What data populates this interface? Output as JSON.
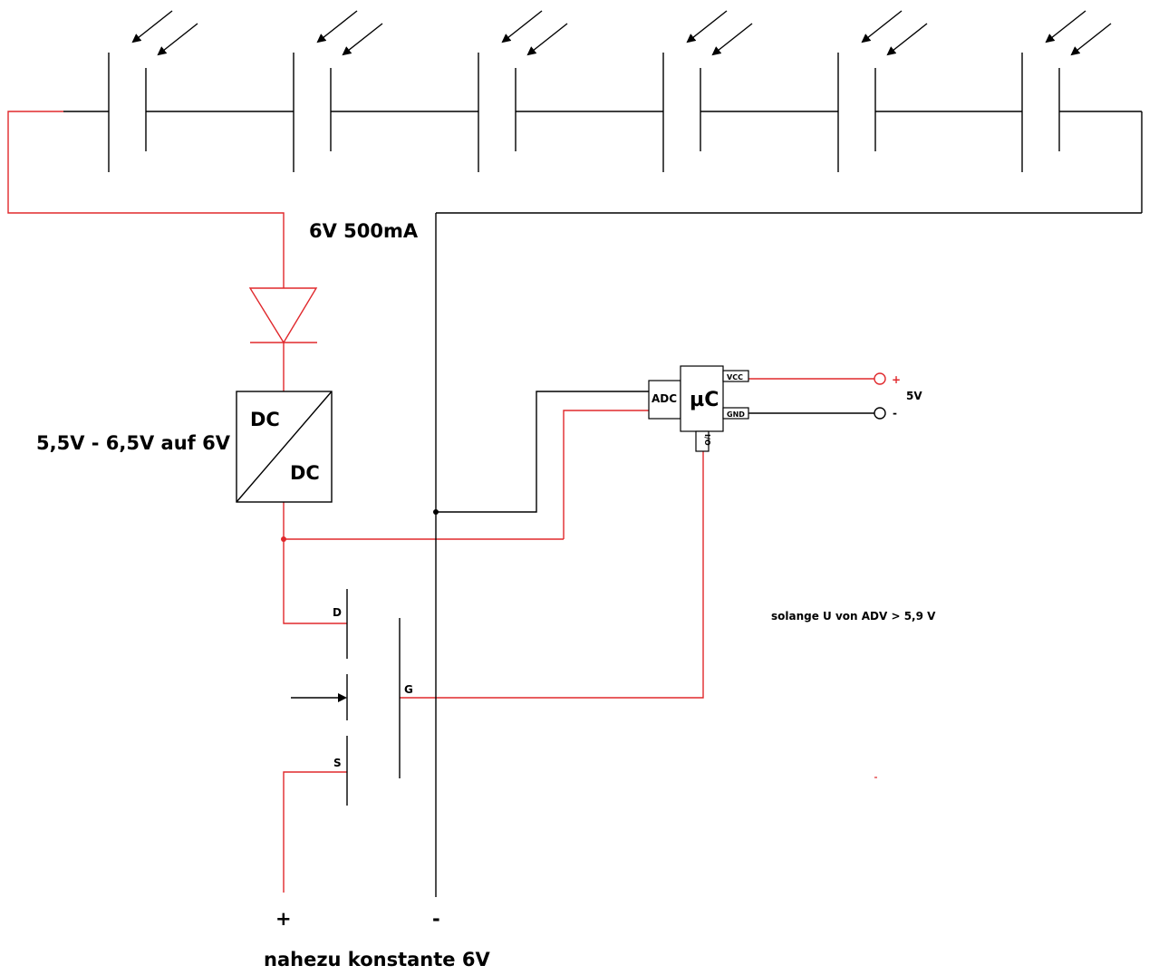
{
  "labels": {
    "panel_rating": "6V 500mA",
    "converter_range": "5,5V - 6,5V auf 6V",
    "dc_in": "DC",
    "dc_out": "DC",
    "adc": "ADC",
    "mcu": "µC",
    "vcc": "VCC",
    "gnd": "GND",
    "io": "I/O",
    "supply_voltage": "5V",
    "supply_plus": "+",
    "supply_minus": "-",
    "mosfet_drain": "D",
    "mosfet_gate": "G",
    "mosfet_source": "S",
    "output_plus": "+",
    "output_minus": "-",
    "output_note": "nahezu konstante 6V",
    "condition_note": "solange U von ADV > 5,9 V"
  },
  "colors": {
    "wire_black": "#000000",
    "wire_red": "#e0282c",
    "component": "#000000"
  },
  "components": {
    "solar_cells_count": 6,
    "diode": "diode-symbol",
    "converter": "dc-dc-converter-symbol",
    "microcontroller": "microcontroller-symbol",
    "transistor": "mosfet-symbol"
  }
}
